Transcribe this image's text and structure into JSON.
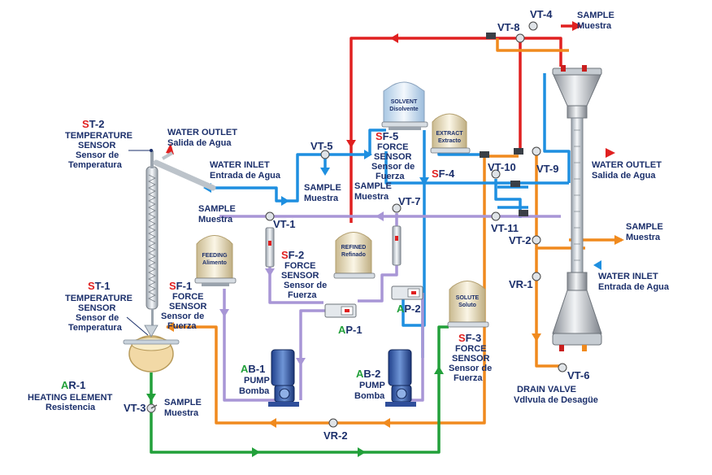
{
  "colors": {
    "label": "#1b2f6b",
    "red_line": "#e02020",
    "orange_line": "#f08a1e",
    "blue_line": "#1e8fe0",
    "lilac_line": "#a896d6",
    "green_line": "#22a03a",
    "tag_red": "#e02020",
    "tag_green": "#22a03a"
  },
  "tanks": {
    "solvent": {
      "line1": "SOLVENT",
      "line2": "Disolvente"
    },
    "extract": {
      "line1": "EXTRACT",
      "line2": "Extracto"
    },
    "feeding": {
      "line1": "FEEDING",
      "line2": "Alimento"
    },
    "refined": {
      "line1": "REFINED",
      "line2": "Refinado"
    },
    "solute": {
      "line1": "SOLUTE",
      "line2": "Soluto"
    }
  },
  "sensors": {
    "st2": {
      "letter": "S",
      "code": "T-2",
      "l1": "TEMPERATURE",
      "l2": "SENSOR",
      "l3": "Sensor de",
      "l4": "Temperatura"
    },
    "st1": {
      "letter": "S",
      "code": "T-1",
      "l1": "TEMPERATURE",
      "l2": "SENSOR",
      "l3": "Sensor de",
      "l4": "Temperatura"
    },
    "sf1": {
      "letter": "S",
      "code": "F-1",
      "l1": "FORCE",
      "l2": "SENSOR",
      "l3": "Sensor de",
      "l4": "Fuerza"
    },
    "sf2": {
      "letter": "S",
      "code": "F-2",
      "l1": "FORCE",
      "l2": "SENSOR",
      "l3": "Sensor de",
      "l4": "Fuerza"
    },
    "sf3": {
      "letter": "S",
      "code": "F-3",
      "l1": "FORCE",
      "l2": "SENSOR",
      "l3": "Sensor de",
      "l4": "Fuerza"
    },
    "sf4": {
      "letter": "S",
      "code": "F-4"
    },
    "sf5": {
      "letter": "S",
      "code": "F-5",
      "l1": "FORCE",
      "l2": "SENSOR",
      "l3": "Sensor de",
      "l4": "Fuerza"
    }
  },
  "actuators": {
    "ar1": {
      "letter": "A",
      "code": "R-1",
      "l1": "HEATING ELEMENT",
      "l2": "Resistencia"
    },
    "ab1": {
      "letter": "A",
      "code": "B-1",
      "l1": "PUMP",
      "l2": "Bomba"
    },
    "ab2": {
      "letter": "A",
      "code": "B-2",
      "l1": "PUMP",
      "l2": "Bomba"
    },
    "ap1": {
      "letter": "A",
      "code": "P-1"
    },
    "ap2": {
      "letter": "A",
      "code": "P-2"
    }
  },
  "valves": {
    "vt1": "VT-1",
    "vt2": "VT-2",
    "vt3": "VT-3",
    "vt4": "VT-4",
    "vt5": "VT-5",
    "vt6": "VT-6",
    "vt7": "VT-7",
    "vt8": "VT-8",
    "vt9": "VT-9",
    "vt10": "VT-10",
    "vt11": "VT-11",
    "vr1": "VR-1",
    "vr2": "VR-2"
  },
  "notes": {
    "water_outlet_left": {
      "en": "WATER OUTLET",
      "es": "Salida de Agua"
    },
    "water_inlet_left": {
      "en": "WATER INLET",
      "es": "Entrada de Agua"
    },
    "water_outlet_right": {
      "en": "WATER OUTLET",
      "es": "Salida de Agua"
    },
    "water_inlet_right": {
      "en": "WATER INLET",
      "es": "Entrada de Agua"
    },
    "sample_vt5": {
      "en": "SAMPLE",
      "es": "Muestra"
    },
    "sample_vt7": {
      "en": "SAMPLE",
      "es": "Muestra"
    },
    "sample_left": {
      "en": "SAMPLE",
      "es": "Muestra"
    },
    "sample_top": {
      "en": "SAMPLE",
      "es": "Muestra"
    },
    "sample_right": {
      "en": "SAMPLE",
      "es": "Muestra"
    },
    "sample_vt3": {
      "en": "SAMPLE",
      "es": "Muestra"
    },
    "drain": {
      "en": "DRAIN VALVE",
      "es": "Vdlvula de Desagüe"
    }
  }
}
